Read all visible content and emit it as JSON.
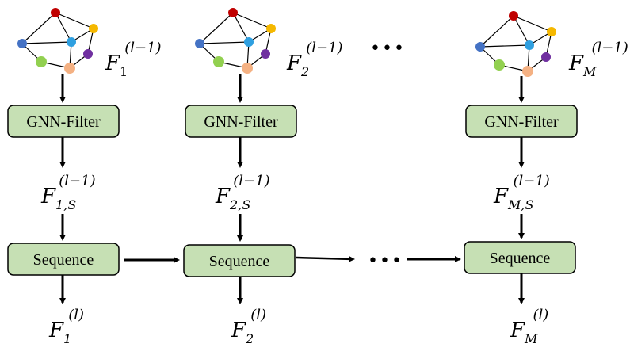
{
  "colors": {
    "box_fill": "#c6e0b4",
    "box_stroke": "#000000",
    "arrow": "#000000",
    "edge": "#000000",
    "node_red": "#c00000",
    "node_gold": "#f5b800",
    "node_blue_dark": "#4472c4",
    "node_blue_light": "#2e9fe0",
    "node_purple": "#7030a0",
    "node_green": "#92d050",
    "node_peach": "#f4b183"
  },
  "columns": [
    {
      "graph_label": {
        "base": "F",
        "sub": "1",
        "sup": "(l−1)"
      },
      "filter_label": "GNN-Filter",
      "filtered_label": {
        "base": "F",
        "sub": "1,S",
        "sup": "(l−1)"
      },
      "sequence_label": "Sequence",
      "output_label": {
        "base": "F",
        "sub": "1",
        "sup": "(l)"
      }
    },
    {
      "graph_label": {
        "base": "F",
        "sub": "2",
        "sup": "(l−1)"
      },
      "filter_label": "GNN-Filter",
      "filtered_label": {
        "base": "F",
        "sub": "2,S",
        "sup": "(l−1)"
      },
      "sequence_label": "Sequence",
      "output_label": {
        "base": "F",
        "sub": "2",
        "sup": "(l)"
      }
    },
    {
      "graph_label": {
        "base": "F",
        "sub": "M",
        "sup": "(l−1)"
      },
      "filter_label": "GNN-Filter",
      "filtered_label": {
        "base": "F",
        "sub": "M,S",
        "sup": "(l−1)"
      },
      "sequence_label": "Sequence",
      "output_label": {
        "base": "F",
        "sub": "M",
        "sup": "(l)"
      }
    }
  ],
  "ellipsis_top": "•••",
  "ellipsis_mid": "•••"
}
